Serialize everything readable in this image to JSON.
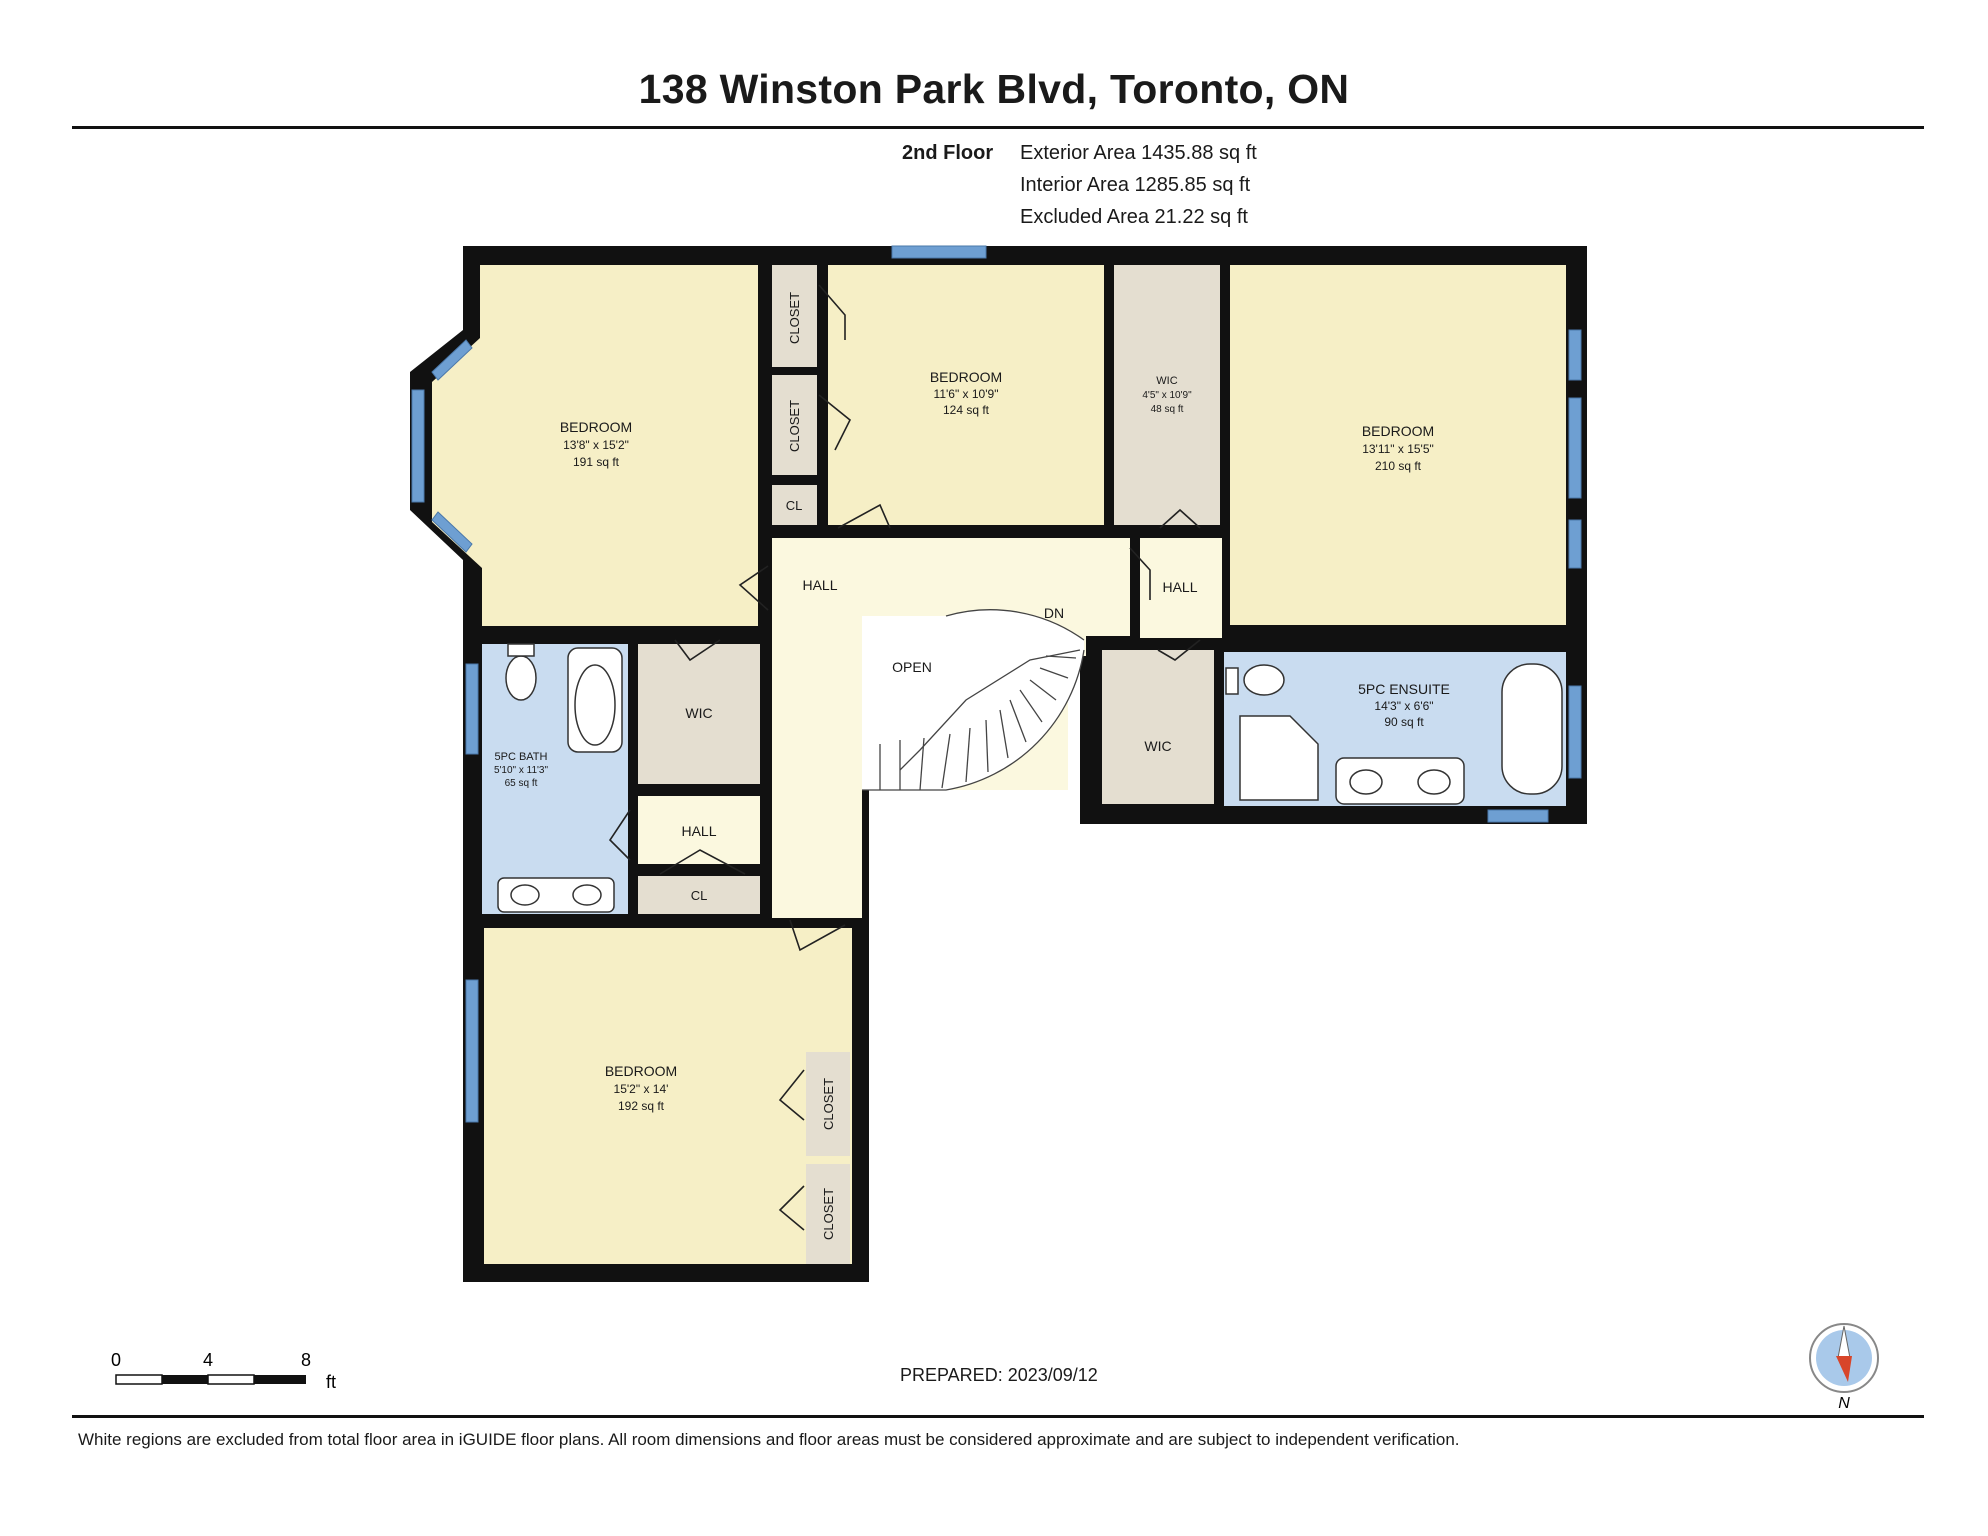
{
  "header": {
    "title": "138 Winston Park Blvd, Toronto, ON"
  },
  "floor_info": {
    "floor_label": "2nd Floor",
    "exterior_area": "Exterior Area 1435.88 sq ft",
    "interior_area": "Interior Area 1285.85 sq ft",
    "excluded_area": "Excluded Area 21.22 sq ft"
  },
  "colors": {
    "wall": "#111111",
    "bedroom_fill": "#f6efc6",
    "bath_fill": "#c9dcf0",
    "closet_fill": "#e4ded0",
    "hall_fill": "#fbf8df",
    "window": "#6e9fd2"
  },
  "rooms": {
    "bedroom_nw": {
      "name": "BEDROOM",
      "dims": "13'8\" x 15'2\"",
      "area": "191 sq ft"
    },
    "bedroom_n": {
      "name": "BEDROOM",
      "dims": "11'6\" x 10'9\"",
      "area": "124 sq ft"
    },
    "wic_n": {
      "name": "WIC",
      "dims": "4'5\" x 10'9\"",
      "area": "48 sq ft"
    },
    "bedroom_ne": {
      "name": "BEDROOM",
      "dims": "13'11\" x 15'5\"",
      "area": "210 sq ft"
    },
    "closet_1": {
      "name": "CLOSET"
    },
    "closet_2": {
      "name": "CLOSET"
    },
    "cl_top": {
      "name": "CL"
    },
    "hall_main": {
      "name": "HALL"
    },
    "hall_right": {
      "name": "HALL"
    },
    "dn": {
      "name": "DN"
    },
    "open": {
      "name": "OPEN"
    },
    "wic_mid": {
      "name": "WIC"
    },
    "wic_right": {
      "name": "WIC"
    },
    "bath": {
      "name": "5PC BATH",
      "dims": "5'10\" x 11'3\"",
      "area": "65 sq ft"
    },
    "ensuite": {
      "name": "5PC ENSUITE",
      "dims": "14'3\" x 6'6\"",
      "area": "90 sq ft"
    },
    "hall_small": {
      "name": "HALL"
    },
    "cl_small": {
      "name": "CL"
    },
    "bedroom_sw": {
      "name": "BEDROOM",
      "dims": "15'2\" x 14'",
      "area": "192 sq ft"
    },
    "closet_3": {
      "name": "CLOSET"
    },
    "closet_4": {
      "name": "CLOSET"
    }
  },
  "scale_bar": {
    "tick_0": "0",
    "tick_4": "4",
    "tick_8": "8",
    "unit": "ft"
  },
  "prepared": "PREPARED: 2023/09/12",
  "compass": {
    "label": "N",
    "needle_color": "#d8452a",
    "ring_color": "#a9c9ea"
  },
  "footer": {
    "disclaimer": "White regions are excluded from total floor area in iGUIDE floor plans. All room dimensions and floor areas must be considered approximate and are subject to independent verification."
  }
}
